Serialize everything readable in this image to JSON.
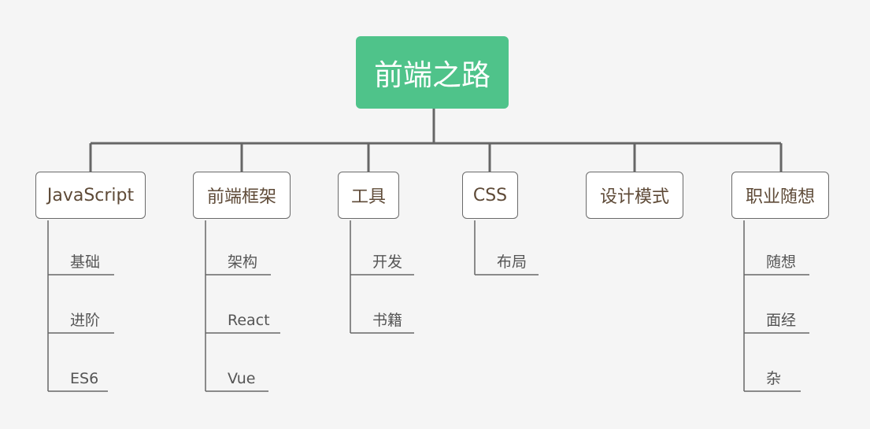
{
  "root": {
    "label": "前端之路"
  },
  "categories": [
    {
      "label": "JavaScript",
      "children": [
        "基础",
        "进阶",
        "ES6"
      ]
    },
    {
      "label": "前端框架",
      "children": [
        "架构",
        "React",
        "Vue"
      ]
    },
    {
      "label": "工具",
      "children": [
        "开发",
        "书籍"
      ]
    },
    {
      "label": "CSS",
      "children": [
        "布局"
      ]
    },
    {
      "label": "设计模式",
      "children": []
    },
    {
      "label": "职业随想",
      "children": [
        "随想",
        "面经",
        "杂"
      ]
    }
  ],
  "colors": {
    "root_fill": "#4fc38a",
    "root_text": "#ffffff",
    "category_text": "#5e4a37",
    "line": "#666666",
    "background": "#f5f5f5"
  }
}
